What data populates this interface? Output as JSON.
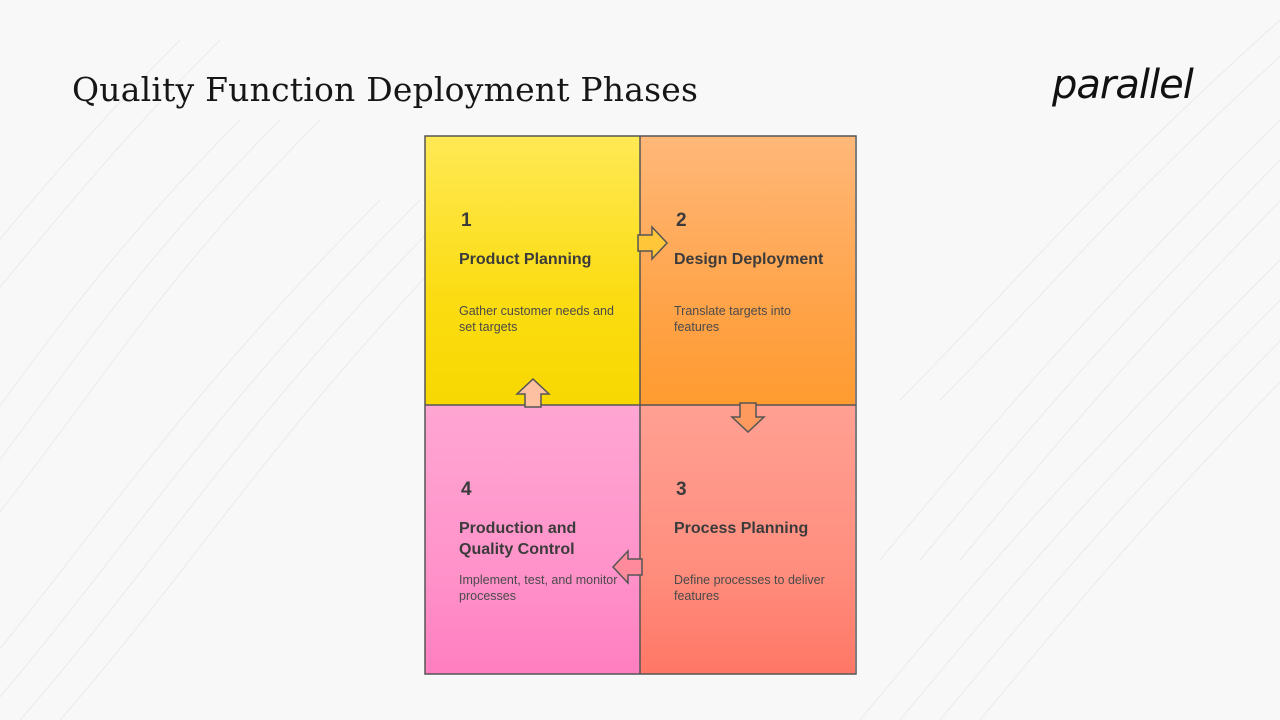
{
  "title": "Quality Function Deployment Phases",
  "logo_text": "parallel",
  "phases": [
    {
      "number": "1",
      "title": "Product Planning",
      "description": "Gather customer needs and set targets",
      "color": "#fbdc12"
    },
    {
      "number": "2",
      "title": "Design Deployment",
      "description": "Translate targets into features",
      "color": "#ffa44b"
    },
    {
      "number": "3",
      "title": "Process Planning",
      "description": "Define processes to deliver features",
      "color": "#ff8e7e"
    },
    {
      "number": "4",
      "title": "Production and Quality Control",
      "description": "Implement, test, and monitor processes",
      "color": "#ff93ca"
    }
  ],
  "colors": {
    "outline": "#555555",
    "text": "#3b3b3b",
    "background": "#f8f8f8"
  }
}
